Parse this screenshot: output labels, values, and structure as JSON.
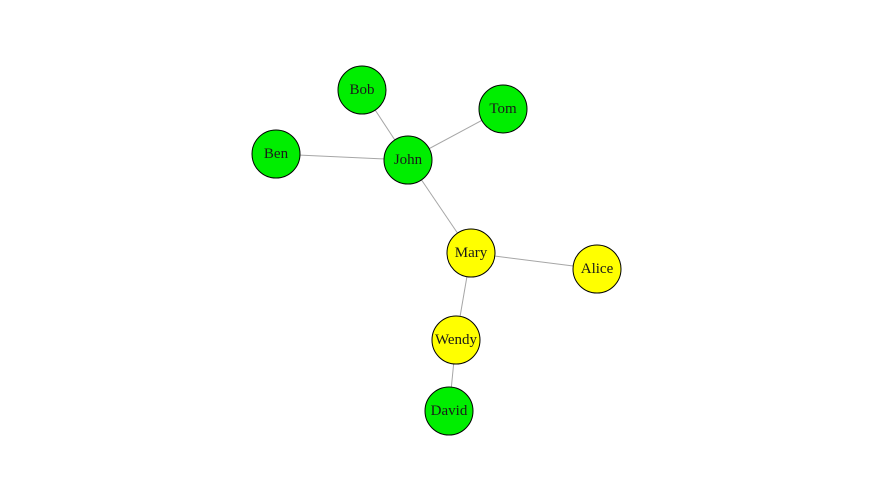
{
  "colors": {
    "green_group": "#00ee00",
    "yellow_group": "#ffff00",
    "edge": "#a6a6a6",
    "node_border": "#000000"
  },
  "nodes": [
    {
      "id": "bob",
      "label": "Bob",
      "color": "green_group"
    },
    {
      "id": "tom",
      "label": "Tom",
      "color": "green_group"
    },
    {
      "id": "ben",
      "label": "Ben",
      "color": "green_group"
    },
    {
      "id": "john",
      "label": "John",
      "color": "green_group"
    },
    {
      "id": "mary",
      "label": "Mary",
      "color": "yellow_group"
    },
    {
      "id": "alice",
      "label": "Alice",
      "color": "yellow_group"
    },
    {
      "id": "wendy",
      "label": "Wendy",
      "color": "yellow_group"
    },
    {
      "id": "david",
      "label": "David",
      "color": "green_group"
    }
  ],
  "edges": [
    {
      "from": "bob",
      "to": "john"
    },
    {
      "from": "tom",
      "to": "john"
    },
    {
      "from": "ben",
      "to": "john"
    },
    {
      "from": "john",
      "to": "mary"
    },
    {
      "from": "mary",
      "to": "alice"
    },
    {
      "from": "mary",
      "to": "wendy"
    },
    {
      "from": "wendy",
      "to": "david"
    }
  ]
}
